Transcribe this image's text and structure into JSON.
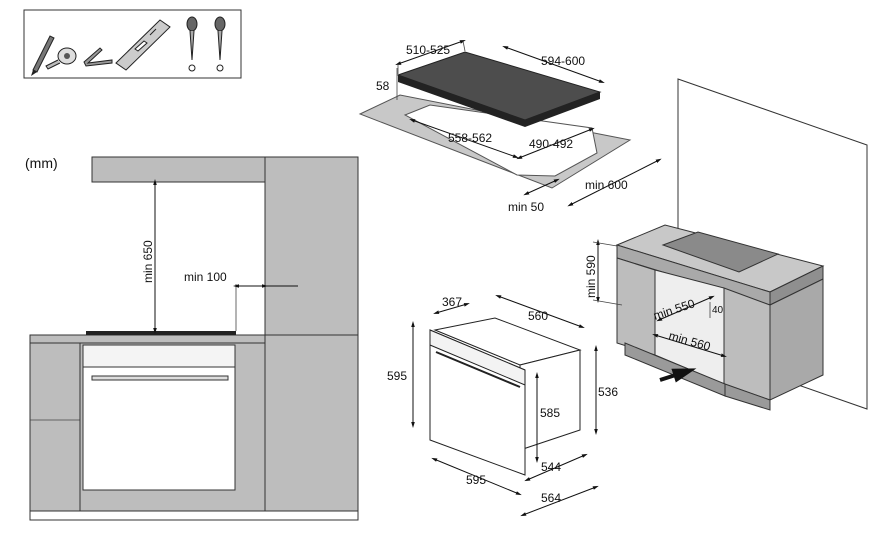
{
  "units_label": "(mm)",
  "tools": {
    "icons": [
      "pencil-icon",
      "tape-measure-icon",
      "allen-key-icon",
      "spirit-level-icon",
      "screwdriver-flat-icon",
      "screwdriver-phillips-icon"
    ]
  },
  "side_view": {
    "min_650": "min 650",
    "min_100": "min 100"
  },
  "hob_cutout": {
    "d_510_525": "510-525",
    "d_594_600": "594-600",
    "d_58": "58",
    "d_558_562": "558-562",
    "d_490_492": "490-492",
    "d_min_600": "min 600",
    "d_min_50": "min 50"
  },
  "oven_dims": {
    "d_367": "367",
    "d_560_top": "560",
    "d_595_height": "595",
    "d_585": "585",
    "d_536": "536",
    "d_544": "544",
    "d_595_width": "595",
    "d_564": "564"
  },
  "cabinet_dims": {
    "min_590": "min 590",
    "min_550": "min 550",
    "d_40": "40",
    "min_560": "min 560"
  },
  "colors": {
    "cabinet": "#bdbdbd",
    "hob": "#4d4d4d",
    "outline": "#333333"
  }
}
